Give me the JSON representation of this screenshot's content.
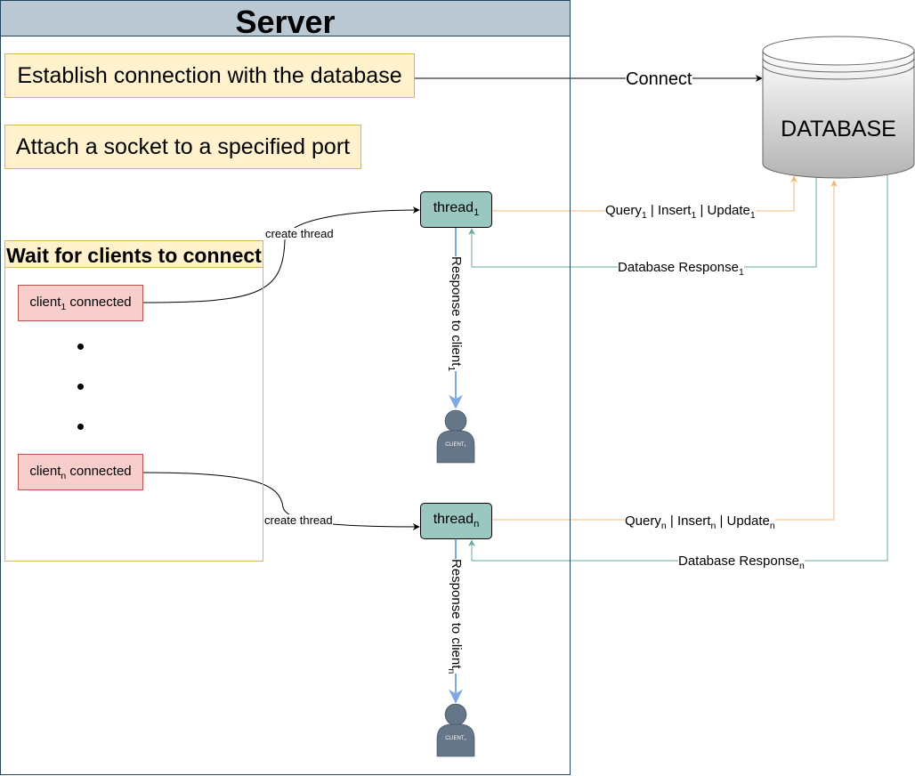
{
  "server": {
    "title": "Server",
    "step_connect": "Establish connection with the database",
    "step_socket": "Attach a socket to a specified port",
    "wait_title": "Wait for clients to connect"
  },
  "clients": [
    {
      "name": "client",
      "sub": "1",
      "suffix": " connected"
    },
    {
      "name": "client",
      "sub": "n",
      "suffix": " connected"
    }
  ],
  "threads": [
    {
      "name": "thread",
      "sub": "1"
    },
    {
      "name": "thread",
      "sub": "n"
    }
  ],
  "edges": {
    "create_thread": "create thread",
    "connect": "Connect",
    "response_to_client": "Response to client",
    "query": "Query",
    "insert": "Insert",
    "update": "Update",
    "separator": " | ",
    "database_response": "Database Response"
  },
  "client_icons": [
    {
      "label": "CLIENT",
      "sub": "1"
    },
    {
      "label": "CLIENT",
      "sub": "n"
    }
  ],
  "database": {
    "label": "DATABASE"
  },
  "colors": {
    "server_header": "#bac8d3",
    "server_border": "#23445d",
    "note_fill": "#fff2cc",
    "note_border": "#d6b656",
    "client_fill": "#f8cecc",
    "client_border": "#b85450",
    "thread_fill": "#9ac7bf",
    "query_line": "#f5b779",
    "response_line": "#67ab9f",
    "client_response_line": "#7ea6e0",
    "user_icon": "#647687"
  }
}
